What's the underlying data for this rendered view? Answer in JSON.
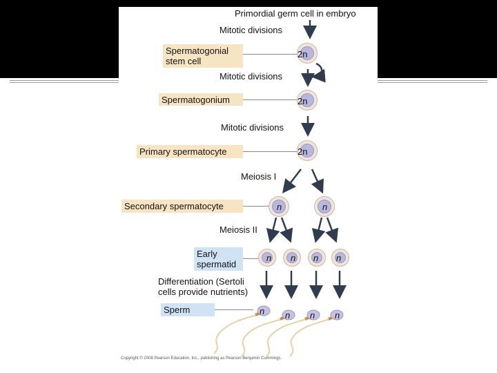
{
  "labels": {
    "top": "Primordial germ cell in embryo",
    "mitotic1": "Mitotic divisions",
    "mitotic2": "Mitotic divisions",
    "mitotic3": "Mitotic divisions",
    "meiosis1": "Meiosis I",
    "meiosis2": "Meiosis II",
    "differentiation_line1": "Differentiation (Sertoli",
    "differentiation_line2": "cells provide nutrients)"
  },
  "stages": {
    "stem_line1": "Spermatogonial",
    "stem_line2": "stem cell",
    "spermatogonium": "Spermatogonium",
    "primary": "Primary spermatocyte",
    "secondary": "Secondary spermatocyte",
    "spermatid_line1": "Early",
    "spermatid_line2": "spermatid",
    "sperm": "Sperm"
  },
  "ploidy": {
    "diploid": "2n",
    "haploid": "n"
  },
  "copyright": "Copyright © 2008 Pearson Education, Inc., publishing as Pearson Benjamin Cummings.",
  "colors": {
    "stem_label_bg": "#f7e4c2",
    "spermatid_label_bg": "#cfe3f5",
    "cell_fill": "#f3e4d8",
    "nucleus_fill": "#b8b7de",
    "sperm_tail": "#e5d1a5",
    "sperm_midpiece": "#d98a2c",
    "arrow": "#2f3d4f"
  }
}
